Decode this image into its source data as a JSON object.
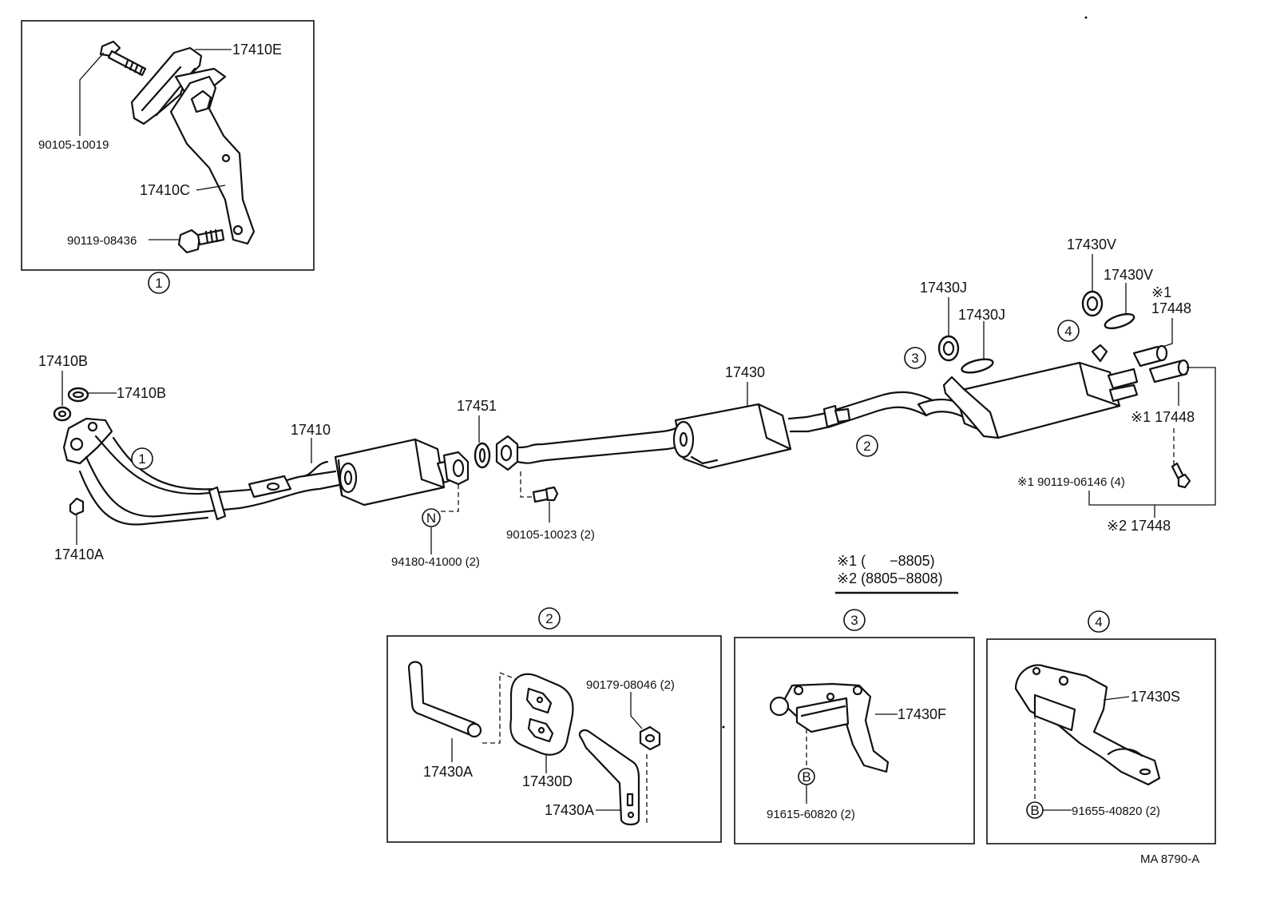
{
  "parts": {
    "p17410E": "17410E",
    "p90105_10019": "90105-10019",
    "p17410C": "17410C",
    "p90119_08436": "90119-08436",
    "p17410B_a": "17410B",
    "p17410B_b": "17410B",
    "p17410A": "17410A",
    "p17410": "17410",
    "p17451": "17451",
    "p94180_41000": "94180-41000 (2)",
    "p90105_10023": "90105-10023 (2)",
    "p17430": "17430",
    "p17430J_a": "17430J",
    "p17430J_b": "17430J",
    "p17430V_a": "17430V",
    "p17430V_b": "17430V",
    "p17448_top_mark": "※1",
    "p17448_top": "17448",
    "p17448_mid": "※1 17448",
    "p90119_06146": "※1 90119-06146 (4)",
    "p17448_bot": "※2 17448",
    "p17430A_a": "17430A",
    "p17430D": "17430D",
    "p90179_08046": "90179-08046 (2)",
    "p17430A_b": "17430A",
    "p17430F": "17430F",
    "p91615_60820": "91615-60820 (2)",
    "p17430S": "17430S",
    "p91655_40820": "91655-40820 (2)"
  },
  "notes": {
    "note1": "※1 (      −8805)",
    "note2": "※2 (8805−8808)"
  },
  "callouts": {
    "c1": "1",
    "c2": "2",
    "c3": "3",
    "c4": "4",
    "N": "N",
    "B": "B"
  },
  "footer": {
    "code": "MA 8790-A"
  }
}
